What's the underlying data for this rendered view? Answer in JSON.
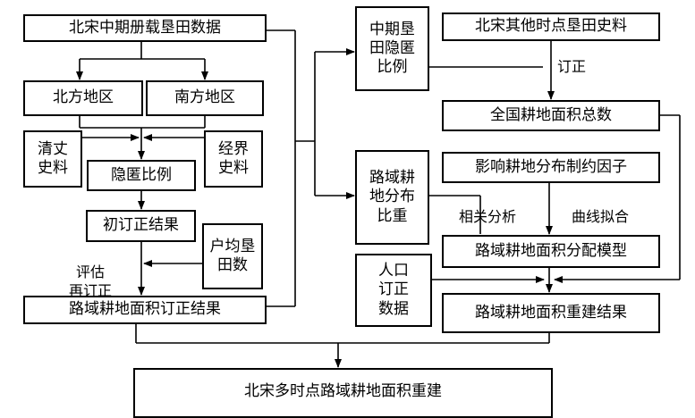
{
  "boxes": {
    "northern_song_mid_records": "北宋中期册载垦田数据",
    "north_region": "北方地区",
    "south_region": "南方地区",
    "qingzhang_records": "清丈\n史料",
    "hidden_ratio": "隐匿比例",
    "jingjie_records": "经界\n史料",
    "initial_correction_result": "初订正结果",
    "household_avg_farmland": "户均垦\n田数",
    "route_area_corrected_result": "路域耕地面积订正结果",
    "mid_period_hidden_ratio": "中期垦\n田隐匿\n比例",
    "other_period_records": "北宋其他时点垦田史料",
    "national_total_area": "全国耕地面积总数",
    "route_distribution_share": "路域耕\n地分布\n比重",
    "constraint_factors": "影响耕地分布制约因子",
    "allocation_model": "路域耕地面积分配模型",
    "population_correction_data": "人口\n订正\n数据",
    "route_area_reconstruction": "路域耕地面积重建结果",
    "multi_period_reconstruction": "北宋多时点路域耕地面积重建"
  },
  "labels": {
    "evaluate_recorrect": "评估\n再订正",
    "correct": "订正",
    "correlation_analysis": "相关分析",
    "curve_fitting": "曲线拟合"
  }
}
